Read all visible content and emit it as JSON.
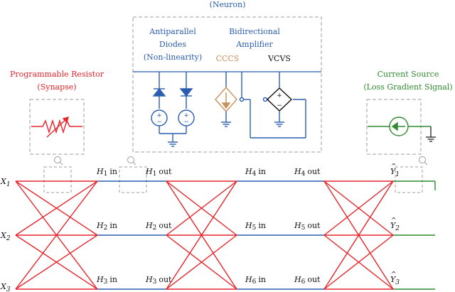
{
  "colors": {
    "red": "#e8252b",
    "blue": "#2a5db0",
    "green": "#2e8b2e",
    "tan": "#c8905a",
    "dash": "#9e9e9e",
    "ink": "#111111"
  },
  "neuron": {
    "title": "(Neuron)",
    "diodes_label": [
      "Antiparallel",
      "Diodes",
      "(Non-linearity)"
    ],
    "amplifier_label": [
      "Bidirectional",
      "Amplifier"
    ],
    "cccs_label": "CCCS",
    "vcvs_label": "VCVS"
  },
  "synapse": {
    "label": [
      "Programmable Resistor",
      "(Synapse)"
    ]
  },
  "current_source": {
    "label": [
      "Current Source",
      "(Loss Gradient Signal)"
    ]
  },
  "inputs": [
    "X",
    "X",
    "X"
  ],
  "input_subs": [
    "1",
    "2",
    "3"
  ],
  "hidden": {
    "h_in": [
      "in",
      "in",
      "in"
    ],
    "h_out": [
      "out",
      "out",
      "out"
    ],
    "layer1": [
      "1",
      "2",
      "3"
    ],
    "layer2": [
      "4",
      "5",
      "6"
    ],
    "letter": "H"
  },
  "outputs": [
    "Y",
    "Y",
    "Y"
  ],
  "output_subs": [
    "1",
    "2",
    "3"
  ],
  "icons": [
    "zoom-icon",
    "resistor-icon",
    "diode-icon",
    "voltage-source-icon",
    "cccs-icon",
    "vcvs-icon",
    "ground-icon",
    "current-source-icon"
  ]
}
